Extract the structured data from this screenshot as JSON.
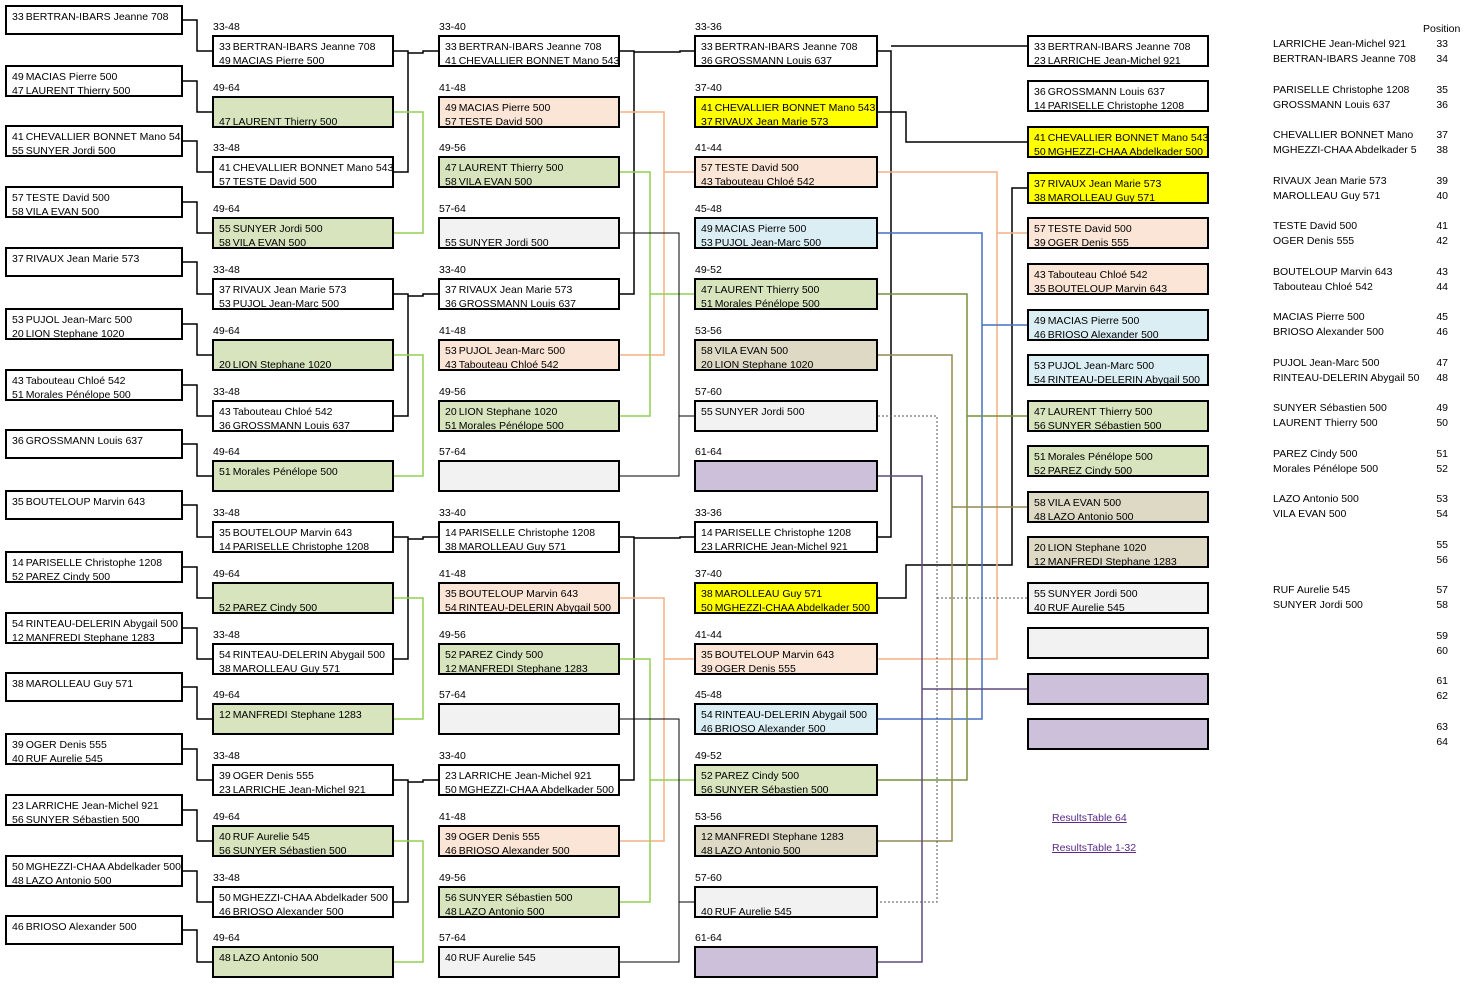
{
  "colors": {
    "green": "#d7e4bd",
    "orange": "#fbe5d6",
    "yellow": "#ffff00",
    "blue": "#dbeef4",
    "gray": "#f2f2f2",
    "purple": "#ccc0da",
    "tan": "#ddd9c4",
    "white": "#ffffff",
    "wire_green": "#92d050",
    "wire_orange": "#f4b183",
    "wire_blue": "#4472c4",
    "wire_olive": "#76923c",
    "wire_tan": "#948a54",
    "wire_purple": "#604a7b"
  },
  "round0": [
    {
      "p1": {
        "s": "33",
        "n": "BERTRAN-IBARS Jeanne 708"
      }
    },
    {
      "p1": {
        "s": "49",
        "n": "MACIAS Pierre 500"
      },
      "p2": {
        "s": "47",
        "n": "LAURENT Thierry 500"
      }
    },
    {
      "p1": {
        "s": "41",
        "n": "CHEVALLIER BONNET Mano 543"
      },
      "p2": {
        "s": "55",
        "n": "SUNYER Jordi 500"
      }
    },
    {
      "p1": {
        "s": "57",
        "n": "TESTE David 500"
      },
      "p2": {
        "s": "58",
        "n": "VILA EVAN 500"
      }
    },
    {
      "p1": {
        "s": "37",
        "n": "RIVAUX Jean Marie 573"
      }
    },
    {
      "p1": {
        "s": "53",
        "n": "PUJOL Jean-Marc 500"
      },
      "p2": {
        "s": "20",
        "n": "LION Stephane 1020"
      }
    },
    {
      "p1": {
        "s": "43",
        "n": "Tabouteau Chloé 542"
      },
      "p2": {
        "s": "51",
        "n": "Morales Pénélope 500"
      }
    },
    {
      "p1": {
        "s": "36",
        "n": "GROSSMANN Louis 637"
      }
    },
    {
      "p1": {
        "s": "35",
        "n": "BOUTELOUP Marvin 643"
      }
    },
    {
      "p1": {
        "s": "14",
        "n": "PARISELLE Christophe 1208"
      },
      "p2": {
        "s": "52",
        "n": "PAREZ Cindy 500"
      }
    },
    {
      "p1": {
        "s": "54",
        "n": "RINTEAU-DELERIN Abygail 500"
      },
      "p2": {
        "s": "12",
        "n": "MANFREDI Stephane 1283"
      }
    },
    {
      "p1": {
        "s": "38",
        "n": "MAROLLEAU Guy 571"
      }
    },
    {
      "p1": {
        "s": "39",
        "n": "OGER Denis 555"
      },
      "p2": {
        "s": "40",
        "n": "RUF Aurelie 545"
      }
    },
    {
      "p1": {
        "s": "23",
        "n": "LARRICHE Jean-Michel 921"
      },
      "p2": {
        "s": "56",
        "n": "SUNYER Sébastien 500"
      }
    },
    {
      "p1": {
        "s": "50",
        "n": "MGHEZZI-CHAA Abdelkader 500"
      },
      "p2": {
        "s": "48",
        "n": "LAZO Antonio 500"
      }
    },
    {
      "p1": {
        "s": "46",
        "n": "BRIOSO Alexander 500"
      }
    }
  ],
  "round1": [
    {
      "label": "33-48",
      "p1": {
        "s": "33",
        "n": "BERTRAN-IBARS Jeanne 708"
      },
      "p2": {
        "s": "49",
        "n": "MACIAS Pierre 500"
      }
    },
    {
      "label": "49-64",
      "p2": {
        "s": "47",
        "n": "LAURENT Thierry 500"
      }
    },
    {
      "label": "33-48",
      "p1": {
        "s": "41",
        "n": "CHEVALLIER BONNET Mano 543"
      },
      "p2": {
        "s": "57",
        "n": "TESTE David 500"
      }
    },
    {
      "label": "49-64",
      "p1": {
        "s": "55",
        "n": "SUNYER Jordi 500"
      },
      "p2": {
        "s": "58",
        "n": "VILA EVAN 500"
      }
    },
    {
      "label": "33-48",
      "p1": {
        "s": "37",
        "n": "RIVAUX Jean Marie 573"
      },
      "p2": {
        "s": "53",
        "n": "PUJOL Jean-Marc 500"
      }
    },
    {
      "label": "49-64",
      "p2": {
        "s": "20",
        "n": "LION Stephane 1020"
      }
    },
    {
      "label": "33-48",
      "p1": {
        "s": "43",
        "n": "Tabouteau Chloé 542"
      },
      "p2": {
        "s": "36",
        "n": "GROSSMANN Louis 637"
      }
    },
    {
      "label": "49-64",
      "p1": {
        "s": "51",
        "n": "Morales Pénélope 500"
      }
    },
    {
      "label": "33-48",
      "p1": {
        "s": "35",
        "n": "BOUTELOUP Marvin 643"
      },
      "p2": {
        "s": "14",
        "n": "PARISELLE Christophe 1208"
      }
    },
    {
      "label": "49-64",
      "p2": {
        "s": "52",
        "n": "PAREZ Cindy 500"
      }
    },
    {
      "label": "33-48",
      "p1": {
        "s": "54",
        "n": "RINTEAU-DELERIN Abygail 500"
      },
      "p2": {
        "s": "38",
        "n": "MAROLLEAU Guy 571"
      }
    },
    {
      "label": "49-64",
      "p1": {
        "s": "12",
        "n": "MANFREDI Stephane 1283"
      }
    },
    {
      "label": "33-48",
      "p1": {
        "s": "39",
        "n": "OGER Denis 555"
      },
      "p2": {
        "s": "23",
        "n": "LARRICHE Jean-Michel 921"
      }
    },
    {
      "label": "49-64",
      "p1": {
        "s": "40",
        "n": "RUF Aurelie 545"
      },
      "p2": {
        "s": "56",
        "n": "SUNYER Sébastien 500"
      }
    },
    {
      "label": "33-48",
      "p1": {
        "s": "50",
        "n": "MGHEZZI-CHAA Abdelkader 500"
      },
      "p2": {
        "s": "46",
        "n": "BRIOSO Alexander 500"
      }
    },
    {
      "label": "49-64",
      "p1": {
        "s": "48",
        "n": "LAZO Antonio 500"
      }
    }
  ],
  "round2": [
    {
      "label": "33-40",
      "p1": {
        "s": "33",
        "n": "BERTRAN-IBARS Jeanne 708"
      },
      "p2": {
        "s": "41",
        "n": "CHEVALLIER BONNET Mano 543"
      }
    },
    {
      "label": "41-48",
      "p1": {
        "s": "49",
        "n": "MACIAS Pierre 500"
      },
      "p2": {
        "s": "57",
        "n": "TESTE David 500"
      }
    },
    {
      "label": "49-56",
      "p1": {
        "s": "47",
        "n": "LAURENT Thierry 500"
      },
      "p2": {
        "s": "58",
        "n": "VILA EVAN 500"
      }
    },
    {
      "label": "57-64",
      "p2": {
        "s": "55",
        "n": "SUNYER Jordi 500"
      }
    },
    {
      "label": "33-40",
      "p1": {
        "s": "37",
        "n": "RIVAUX Jean Marie 573"
      },
      "p2": {
        "s": "36",
        "n": "GROSSMANN Louis 637"
      }
    },
    {
      "label": "41-48",
      "p1": {
        "s": "53",
        "n": "PUJOL Jean-Marc 500"
      },
      "p2": {
        "s": "43",
        "n": "Tabouteau Chloé 542"
      }
    },
    {
      "label": "49-56",
      "p1": {
        "s": "20",
        "n": "LION Stephane 1020"
      },
      "p2": {
        "s": "51",
        "n": "Morales Pénélope 500"
      }
    },
    {
      "label": "57-64"
    },
    {
      "label": "33-40",
      "p1": {
        "s": "14",
        "n": "PARISELLE Christophe 1208"
      },
      "p2": {
        "s": "38",
        "n": "MAROLLEAU Guy 571"
      }
    },
    {
      "label": "41-48",
      "p1": {
        "s": "35",
        "n": "BOUTELOUP Marvin 643"
      },
      "p2": {
        "s": "54",
        "n": "RINTEAU-DELERIN Abygail 500"
      }
    },
    {
      "label": "49-56",
      "p1": {
        "s": "52",
        "n": "PAREZ Cindy 500"
      },
      "p2": {
        "s": "12",
        "n": "MANFREDI Stephane 1283"
      }
    },
    {
      "label": "57-64"
    },
    {
      "label": "33-40",
      "p1": {
        "s": "23",
        "n": "LARRICHE Jean-Michel 921"
      },
      "p2": {
        "s": "50",
        "n": "MGHEZZI-CHAA Abdelkader 500"
      }
    },
    {
      "label": "41-48",
      "p1": {
        "s": "39",
        "n": "OGER Denis 555"
      },
      "p2": {
        "s": "46",
        "n": "BRIOSO Alexander 500"
      }
    },
    {
      "label": "49-56",
      "p1": {
        "s": "56",
        "n": "SUNYER Sébastien 500"
      },
      "p2": {
        "s": "48",
        "n": "LAZO Antonio 500"
      }
    },
    {
      "label": "57-64",
      "p1": {
        "s": "40",
        "n": "RUF Aurelie 545"
      }
    }
  ],
  "round3": [
    {
      "label": "33-36",
      "p1": {
        "s": "33",
        "n": "BERTRAN-IBARS Jeanne 708"
      },
      "p2": {
        "s": "36",
        "n": "GROSSMANN Louis 637"
      }
    },
    {
      "label": "37-40",
      "p1": {
        "s": "41",
        "n": "CHEVALLIER BONNET Mano 543"
      },
      "p2": {
        "s": "37",
        "n": "RIVAUX Jean Marie 573"
      }
    },
    {
      "label": "41-44",
      "p1": {
        "s": "57",
        "n": "TESTE David 500"
      },
      "p2": {
        "s": "43",
        "n": "Tabouteau Chloé 542"
      }
    },
    {
      "label": "45-48",
      "p1": {
        "s": "49",
        "n": "MACIAS Pierre 500"
      },
      "p2": {
        "s": "53",
        "n": "PUJOL Jean-Marc 500"
      }
    },
    {
      "label": "49-52",
      "p1": {
        "s": "47",
        "n": "LAURENT Thierry 500"
      },
      "p2": {
        "s": "51",
        "n": "Morales Pénélope 500"
      }
    },
    {
      "label": "53-56",
      "p1": {
        "s": "58",
        "n": "VILA EVAN 500"
      },
      "p2": {
        "s": "20",
        "n": "LION Stephane 1020"
      }
    },
    {
      "label": "57-60",
      "p1": {
        "s": "55",
        "n": "SUNYER Jordi 500"
      }
    },
    {
      "label": "61-64"
    },
    {
      "label": "33-36",
      "p1": {
        "s": "14",
        "n": "PARISELLE Christophe 1208"
      },
      "p2": {
        "s": "23",
        "n": "LARRICHE Jean-Michel 921"
      }
    },
    {
      "label": "37-40",
      "p1": {
        "s": "38",
        "n": "MAROLLEAU Guy 571"
      },
      "p2": {
        "s": "50",
        "n": "MGHEZZI-CHAA Abdelkader 500"
      }
    },
    {
      "label": "41-44",
      "p1": {
        "s": "35",
        "n": "BOUTELOUP Marvin 643"
      },
      "p2": {
        "s": "39",
        "n": "OGER Denis 555"
      }
    },
    {
      "label": "45-48",
      "p1": {
        "s": "54",
        "n": "RINTEAU-DELERIN Abygail 500"
      },
      "p2": {
        "s": "46",
        "n": "BRIOSO Alexander 500"
      }
    },
    {
      "label": "49-52",
      "p1": {
        "s": "52",
        "n": "PAREZ Cindy 500"
      },
      "p2": {
        "s": "56",
        "n": "SUNYER Sébastien 500"
      }
    },
    {
      "label": "53-56",
      "p1": {
        "s": "12",
        "n": "MANFREDI Stephane 1283"
      },
      "p2": {
        "s": "48",
        "n": "LAZO Antonio 500"
      }
    },
    {
      "label": "57-60",
      "p2": {
        "s": "40",
        "n": "RUF Aurelie 545"
      }
    },
    {
      "label": "61-64"
    }
  ],
  "round4": [
    {
      "p1": {
        "s": "33",
        "n": "BERTRAN-IBARS Jeanne 708"
      },
      "p2": {
        "s": "23",
        "n": "LARRICHE Jean-Michel 921"
      }
    },
    {
      "p1": {
        "s": "36",
        "n": "GROSSMANN Louis 637"
      },
      "p2": {
        "s": "14",
        "n": "PARISELLE Christophe 1208"
      }
    },
    {
      "p1": {
        "s": "41",
        "n": "CHEVALLIER BONNET Mano 543"
      },
      "p2": {
        "s": "50",
        "n": "MGHEZZI-CHAA Abdelkader 500"
      }
    },
    {
      "p1": {
        "s": "37",
        "n": "RIVAUX Jean Marie 573"
      },
      "p2": {
        "s": "38",
        "n": "MAROLLEAU Guy 571"
      }
    },
    {
      "p1": {
        "s": "57",
        "n": "TESTE David 500"
      },
      "p2": {
        "s": "39",
        "n": "OGER Denis 555"
      }
    },
    {
      "p1": {
        "s": "43",
        "n": "Tabouteau Chloé 542"
      },
      "p2": {
        "s": "35",
        "n": "BOUTELOUP Marvin 643"
      }
    },
    {
      "p1": {
        "s": "49",
        "n": "MACIAS Pierre 500"
      },
      "p2": {
        "s": "46",
        "n": "BRIOSO Alexander 500"
      }
    },
    {
      "p1": {
        "s": "53",
        "n": "PUJOL Jean-Marc 500"
      },
      "p2": {
        "s": "54",
        "n": "RINTEAU-DELERIN Abygail 500"
      }
    },
    {
      "p1": {
        "s": "47",
        "n": "LAURENT Thierry 500"
      },
      "p2": {
        "s": "56",
        "n": "SUNYER Sébastien 500"
      }
    },
    {
      "p1": {
        "s": "51",
        "n": "Morales Pénélope 500"
      },
      "p2": {
        "s": "52",
        "n": "PAREZ Cindy 500"
      }
    },
    {
      "p1": {
        "s": "58",
        "n": "VILA EVAN 500"
      },
      "p2": {
        "s": "48",
        "n": "LAZO Antonio 500"
      }
    },
    {
      "p1": {
        "s": "20",
        "n": "LION Stephane 1020"
      },
      "p2": {
        "s": "12",
        "n": "MANFREDI Stephane 1283"
      }
    },
    {
      "p1": {
        "s": "55",
        "n": "SUNYER Jordi 500"
      },
      "p2": {
        "s": "40",
        "n": "RUF Aurelie 545"
      }
    },
    {},
    {},
    {}
  ],
  "positions": {
    "header": "Position",
    "rows": [
      {
        "name": "LARRICHE Jean-Michel 921",
        "pos": "33"
      },
      {
        "name": "BERTRAN-IBARS Jeanne 708",
        "pos": "34"
      },
      {
        "name": "PARISELLE Christophe 1208",
        "pos": "35"
      },
      {
        "name": "GROSSMANN Louis 637",
        "pos": "36"
      },
      {
        "name": "CHEVALLIER BONNET Mano",
        "pos": "37"
      },
      {
        "name": "MGHEZZI-CHAA Abdelkader 5",
        "pos": "38"
      },
      {
        "name": "RIVAUX Jean Marie 573",
        "pos": "39"
      },
      {
        "name": "MAROLLEAU Guy 571",
        "pos": "40"
      },
      {
        "name": "TESTE David 500",
        "pos": "41"
      },
      {
        "name": "OGER Denis 555",
        "pos": "42"
      },
      {
        "name": "BOUTELOUP Marvin 643",
        "pos": "43"
      },
      {
        "name": "Tabouteau Chloé 542",
        "pos": "44"
      },
      {
        "name": "MACIAS Pierre 500",
        "pos": "45"
      },
      {
        "name": "BRIOSO Alexander 500",
        "pos": "46"
      },
      {
        "name": "PUJOL Jean-Marc 500",
        "pos": "47"
      },
      {
        "name": "RINTEAU-DELERIN Abygail 50",
        "pos": "48"
      },
      {
        "name": "SUNYER Sébastien 500",
        "pos": "49"
      },
      {
        "name": "LAURENT Thierry 500",
        "pos": "50"
      },
      {
        "name": "PAREZ Cindy 500",
        "pos": "51"
      },
      {
        "name": "Morales Pénélope 500",
        "pos": "52"
      },
      {
        "name": "LAZO Antonio 500",
        "pos": "53"
      },
      {
        "name": "VILA EVAN 500",
        "pos": "54"
      },
      {
        "name": "",
        "pos": "55"
      },
      {
        "name": "",
        "pos": "56"
      },
      {
        "name": "RUF Aurelie 545",
        "pos": "57"
      },
      {
        "name": "SUNYER Jordi 500",
        "pos": "58"
      },
      {
        "name": "",
        "pos": "59"
      },
      {
        "name": "",
        "pos": "60"
      },
      {
        "name": "",
        "pos": "61"
      },
      {
        "name": "",
        "pos": "62"
      },
      {
        "name": "",
        "pos": "63"
      },
      {
        "name": "",
        "pos": "64"
      }
    ]
  },
  "links": {
    "results_64": "ResultsTable 64",
    "results_1_32": "ResultsTable 1-32"
  }
}
